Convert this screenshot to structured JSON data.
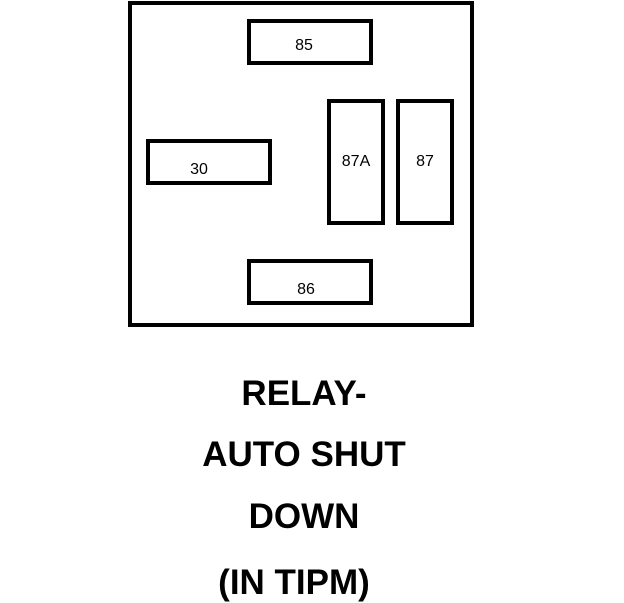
{
  "diagram": {
    "terminals": {
      "t85": "85",
      "t30": "30",
      "t87a": "87A",
      "t87": "87",
      "t86": "86"
    },
    "caption": {
      "line1": "RELAY-",
      "line2": "AUTO SHUT",
      "line3": "DOWN",
      "line4": "(IN TIPM)"
    },
    "colors": {
      "stroke": "#000000",
      "background": "#ffffff"
    }
  }
}
